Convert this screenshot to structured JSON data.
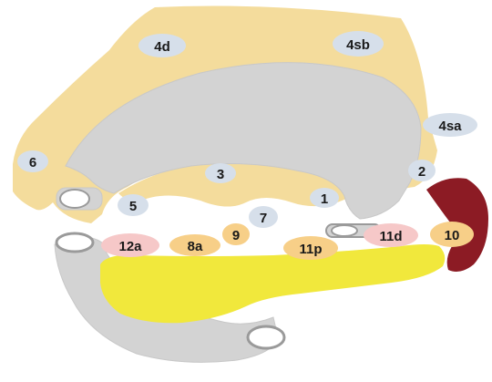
{
  "colors": {
    "background": "#ffffff",
    "omentum": "#f4dc9c",
    "stomach": "#d3d3d3",
    "organ_outline": "#c8c8c8",
    "pancreas": "#f1e83c",
    "spleen": "#8c1b24",
    "node_gray": "#d6dfea",
    "node_orange": "#f7cf88",
    "node_pink": "#f6c8c8"
  },
  "nodes": {
    "n4d": "4d",
    "n4sb": "4sb",
    "n4sa": "4sa",
    "n6": "6",
    "n3": "3",
    "n2": "2",
    "n1": "1",
    "n5": "5",
    "n7": "7",
    "n12a": "12a",
    "n8a": "8a",
    "n9": "9",
    "n11p": "11p",
    "n11d": "11d",
    "n10": "10"
  }
}
